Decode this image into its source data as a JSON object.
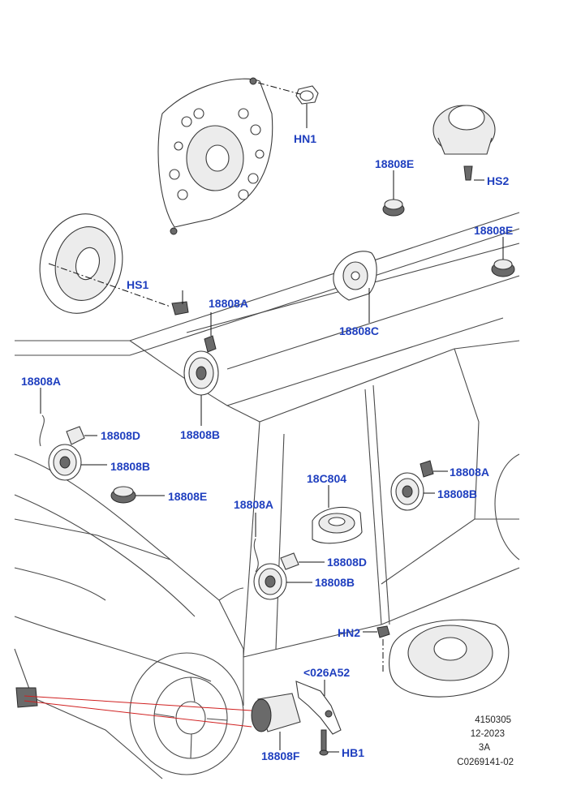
{
  "colors": {
    "callout": "#1f3fbf",
    "leader": "#111111",
    "highlight": "#d02020"
  },
  "callouts": [
    {
      "id": "hn1",
      "text": "HN1"
    },
    {
      "id": "hs2",
      "text": "HS2"
    },
    {
      "id": "e1",
      "text": "18808E"
    },
    {
      "id": "e2",
      "text": "18808E"
    },
    {
      "id": "hs1",
      "text": "HS1"
    },
    {
      "id": "a1",
      "text": "18808A"
    },
    {
      "id": "c1",
      "text": "18808C"
    },
    {
      "id": "a2",
      "text": "18808A"
    },
    {
      "id": "d1",
      "text": "18808D"
    },
    {
      "id": "b1",
      "text": "18808B"
    },
    {
      "id": "b2",
      "text": "18808B"
    },
    {
      "id": "e3",
      "text": "18808E"
    },
    {
      "id": "c804",
      "text": "18C804"
    },
    {
      "id": "a3",
      "text": "18808A"
    },
    {
      "id": "b3",
      "text": "18808B"
    },
    {
      "id": "a4",
      "text": "18808A"
    },
    {
      "id": "d2",
      "text": "18808D"
    },
    {
      "id": "b4",
      "text": "18808B"
    },
    {
      "id": "hn2",
      "text": "HN2"
    },
    {
      "id": "a52",
      "text": "<026A52"
    },
    {
      "id": "hb1",
      "text": "HB1"
    },
    {
      "id": "f1",
      "text": "18808F"
    }
  ],
  "info_block": {
    "line1": "4150305",
    "line2": "12-2023",
    "line3": "3A",
    "line4": "C0269141-02"
  }
}
